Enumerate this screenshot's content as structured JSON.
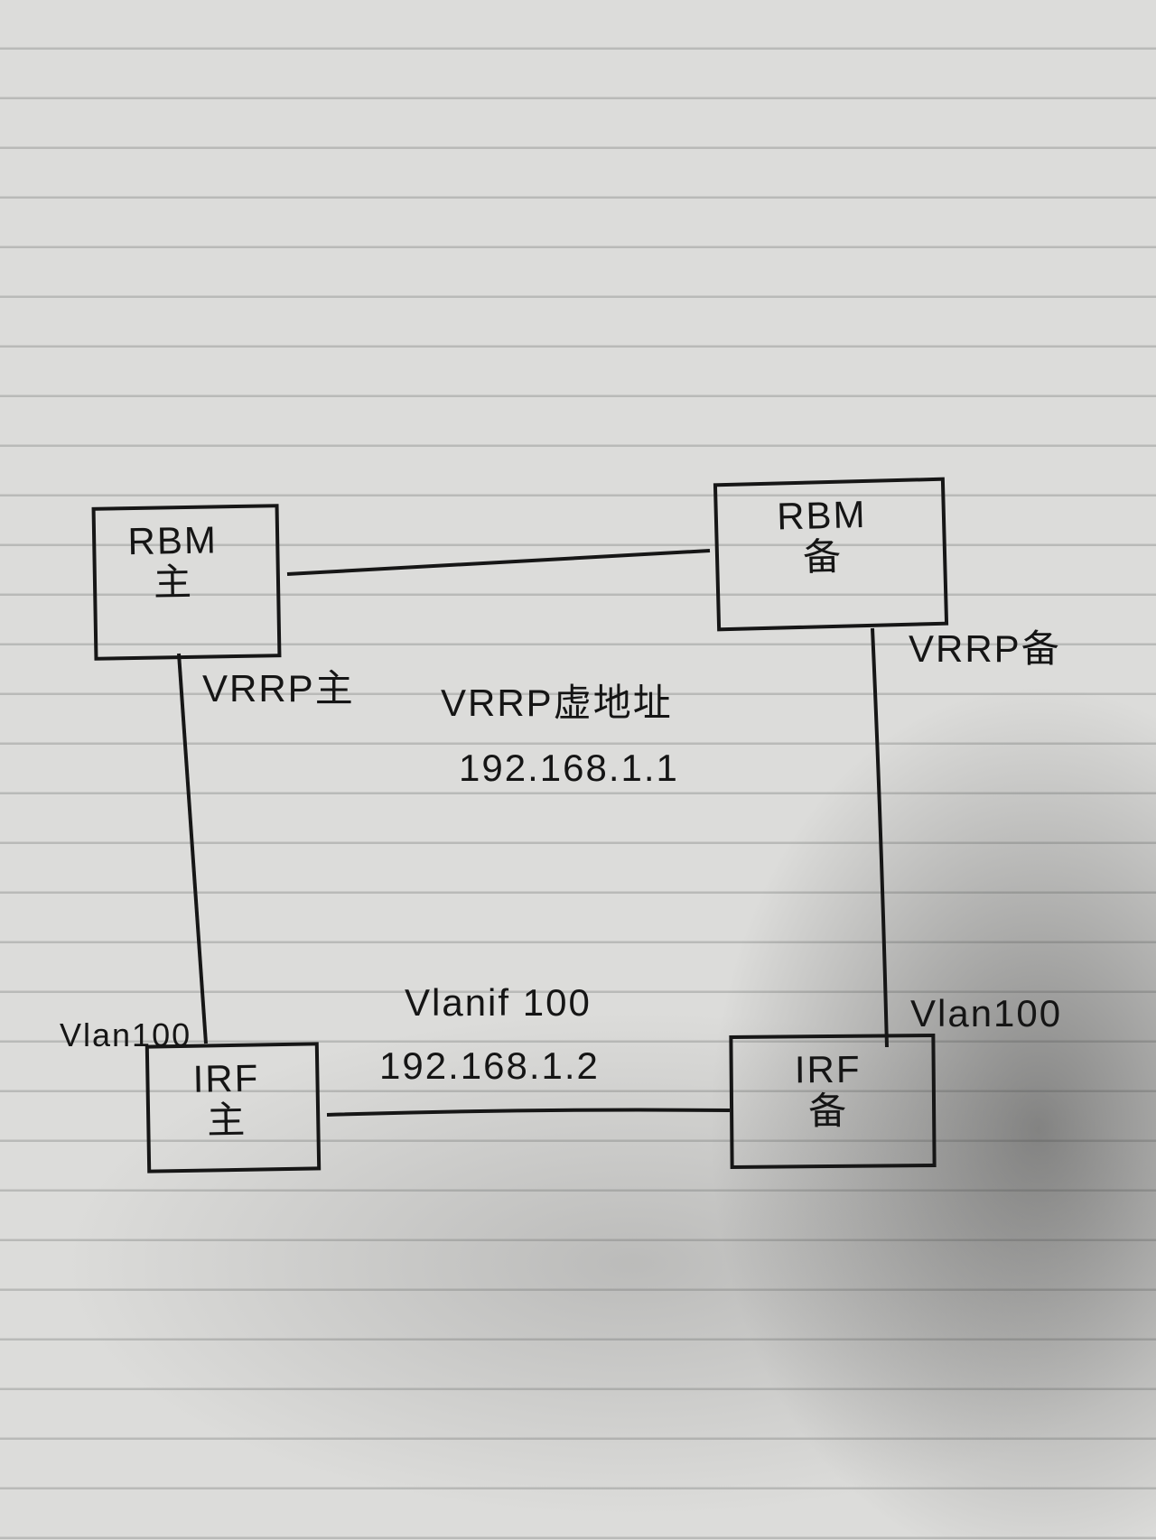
{
  "nodes": {
    "rbm_primary": {
      "name": "RBM",
      "role": "主"
    },
    "rbm_backup": {
      "name": "RBM",
      "role": "备"
    },
    "irf_primary": {
      "name": "IRF",
      "role": "主"
    },
    "irf_backup": {
      "name": "IRF",
      "role": "备"
    }
  },
  "labels": {
    "vrrp_primary": "VRRP主",
    "vrrp_backup": "VRRP备",
    "vrrp_virtual_title": "VRRP虚地址",
    "vrrp_virtual_ip": "192.168.1.1",
    "vlanif_title": "Vlanif 100",
    "vlanif_ip": "192.168.1.2",
    "vlan_left": "Vlan100",
    "vlan_right": "Vlan100"
  },
  "colors": {
    "ink": "#151515",
    "paper": "#dcdcda"
  }
}
